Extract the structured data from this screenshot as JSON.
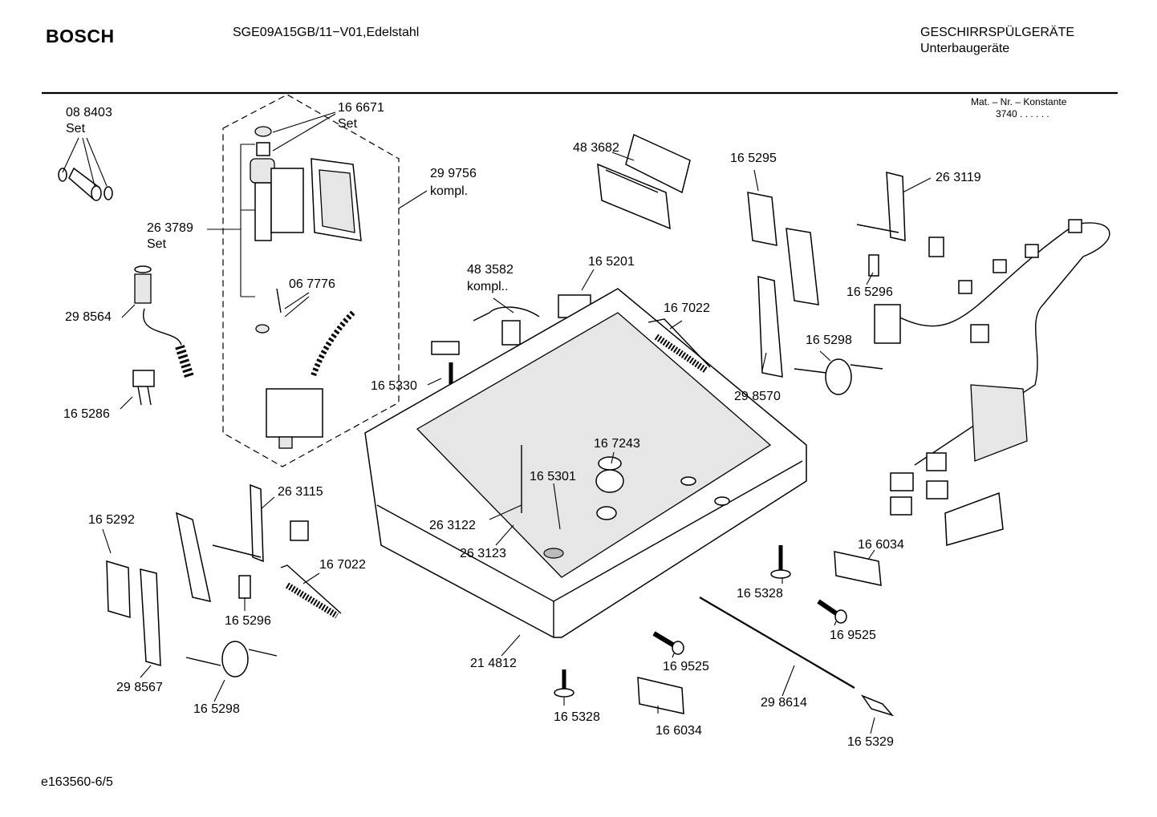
{
  "header": {
    "brand": "BOSCH",
    "model": "SGE09A15GB/11−V01,Edelstahl",
    "category": "GESCHIRRSPÜLGERÄTE",
    "subcategory": "Unterbaugeräte",
    "mat_label": "Mat. – Nr. – Konstante",
    "mat_value": "3740 . . . . . ."
  },
  "footer": {
    "drawing_id": "e163560-6/5"
  },
  "parts": [
    {
      "id": "p-088403",
      "number": "08 8403",
      "note": "Set"
    },
    {
      "id": "p-166671",
      "number": "16 6671",
      "note": "Set"
    },
    {
      "id": "p-299756",
      "number": "29 9756",
      "note": "kompl."
    },
    {
      "id": "p-263789",
      "number": "26 3789",
      "note": "Set"
    },
    {
      "id": "p-067776",
      "number": "06 7776",
      "note": ""
    },
    {
      "id": "p-298564",
      "number": "29 8564",
      "note": ""
    },
    {
      "id": "p-165286",
      "number": "16 5286",
      "note": ""
    },
    {
      "id": "p-483682",
      "number": "48 3682",
      "note": ""
    },
    {
      "id": "p-483582",
      "number": "48 3582",
      "note": "kompl.."
    },
    {
      "id": "p-165201",
      "number": "16 5201",
      "note": ""
    },
    {
      "id": "p-165330",
      "number": "16 5330",
      "note": ""
    },
    {
      "id": "p-167022a",
      "number": "16 7022",
      "note": ""
    },
    {
      "id": "p-165295",
      "number": "16 5295",
      "note": ""
    },
    {
      "id": "p-298570",
      "number": "29 8570",
      "note": ""
    },
    {
      "id": "p-263119",
      "number": "26 3119",
      "note": ""
    },
    {
      "id": "p-165296a",
      "number": "16 5296",
      "note": ""
    },
    {
      "id": "p-165298a",
      "number": "16 5298",
      "note": ""
    },
    {
      "id": "p-167243",
      "number": "16 7243",
      "note": ""
    },
    {
      "id": "p-165301",
      "number": "16 5301",
      "note": ""
    },
    {
      "id": "p-263122",
      "number": "26 3122",
      "note": ""
    },
    {
      "id": "p-263123",
      "number": "26 3123",
      "note": ""
    },
    {
      "id": "p-263115",
      "number": "26 3115",
      "note": ""
    },
    {
      "id": "p-165292",
      "number": "16 5292",
      "note": ""
    },
    {
      "id": "p-167022b",
      "number": "16 7022",
      "note": ""
    },
    {
      "id": "p-165296b",
      "number": "16 5296",
      "note": ""
    },
    {
      "id": "p-298567",
      "number": "29 8567",
      "note": ""
    },
    {
      "id": "p-165298b",
      "number": "16 5298",
      "note": ""
    },
    {
      "id": "p-214812",
      "number": "21 4812",
      "note": ""
    },
    {
      "id": "p-165328a",
      "number": "16 5328",
      "note": ""
    },
    {
      "id": "p-166034a",
      "number": "16 6034",
      "note": ""
    },
    {
      "id": "p-169525a",
      "number": "16 9525",
      "note": ""
    },
    {
      "id": "p-169525b",
      "number": "16 9525",
      "note": ""
    },
    {
      "id": "p-298614",
      "number": "29 8614",
      "note": ""
    },
    {
      "id": "p-165328b",
      "number": "16 5328",
      "note": ""
    },
    {
      "id": "p-166034b",
      "number": "16 6034",
      "note": ""
    },
    {
      "id": "p-165329",
      "number": "16 5329",
      "note": ""
    }
  ]
}
